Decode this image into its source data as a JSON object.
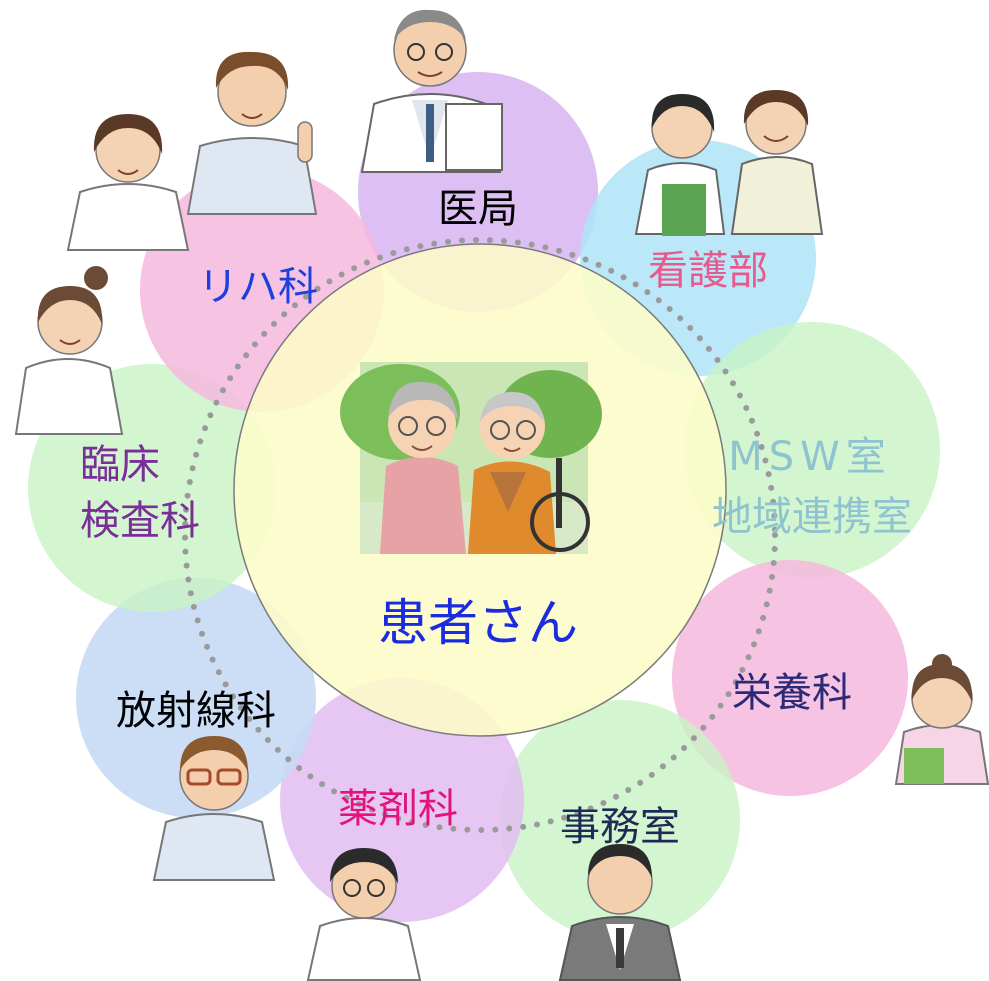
{
  "center": {
    "label": "患者さん",
    "color": "#1a2be0",
    "fill": "#fdfcc8"
  },
  "departments": {
    "ikyoku": {
      "label": "医局",
      "color": "#000000",
      "bubble": "#d8b4f2"
    },
    "kango": {
      "label": "看護部",
      "color": "#e75a8d",
      "bubble": "#aee4f7"
    },
    "msw": {
      "line1": "MSW室",
      "line2": "地域連携室",
      "color": "#8fc3cf",
      "bubble": "#c8f2c4"
    },
    "eiyou": {
      "label": "栄養科",
      "color": "#2b2a78",
      "bubble": "#f6b9de"
    },
    "jimu": {
      "label": "事務室",
      "color": "#1e2a55",
      "bubble": "#c8f2c4"
    },
    "yakuzai": {
      "label": "薬剤科",
      "color": "#e3137a",
      "bubble": "#e2bdf2"
    },
    "houshasen": {
      "label": "放射線科",
      "color": "#000000",
      "bubble": "#c5daf5"
    },
    "rinsho": {
      "line1": "臨床",
      "line2": "検査科",
      "color": "#7a2e98",
      "bubble": "#c8f2c4"
    },
    "riha": {
      "label": "リハ科",
      "color": "#1d3fe0",
      "bubble": "#f6b9de"
    }
  },
  "icons": {
    "doctor": "doctor-icon",
    "nurses": "nurses-icon",
    "therapist": "therapist-icon",
    "female_staff": "female-staff-icon",
    "lab_tech": "lab-technician-icon",
    "radiographer": "radiographer-icon",
    "pharmacist": "pharmacist-icon",
    "clerk": "clerk-icon",
    "dietitian": "dietitian-icon",
    "patients": "elderly-patients-icon"
  }
}
